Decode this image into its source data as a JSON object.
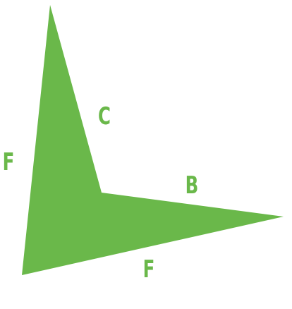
{
  "diagram": {
    "shape": "concave-quadrilateral",
    "fill_color": "#6ab84a",
    "label_color": "#6ab84a",
    "labels": {
      "left_edge": "F",
      "upper_inner_edge": "C",
      "right_inner_edge": "B",
      "bottom_edge": "F"
    }
  }
}
